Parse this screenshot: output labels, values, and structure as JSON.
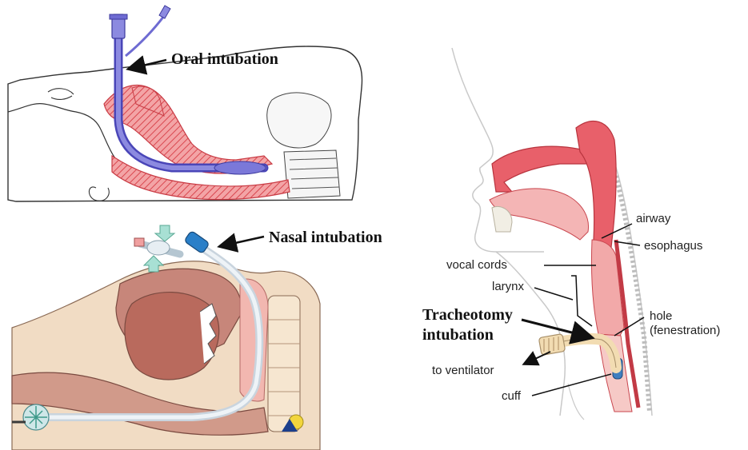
{
  "panels": {
    "oral": {
      "label": "Oral intubation"
    },
    "nasal": {
      "label": "Nasal intubation"
    },
    "tracheotomy": {
      "label_line1": "Tracheotomy",
      "label_line2": "intubation",
      "annotations": {
        "airway": "airway",
        "esophagus": "esophagus",
        "vocal_cords": "vocal cords",
        "larynx": "larynx",
        "hole_line1": "hole",
        "hole_line2": "(fenestration)",
        "to_ventilator": "to ventilator",
        "cuff": "cuff"
      }
    }
  },
  "colors": {
    "tissue_red": "#e8606a",
    "tissue_pink": "#f6c9c6",
    "tube_purple": "#6e6bd2",
    "tube_blue": "#3f8fd6",
    "flesh_brown": "#b9756a",
    "skin_beige": "#f1dcc4",
    "line_black": "#111111"
  }
}
